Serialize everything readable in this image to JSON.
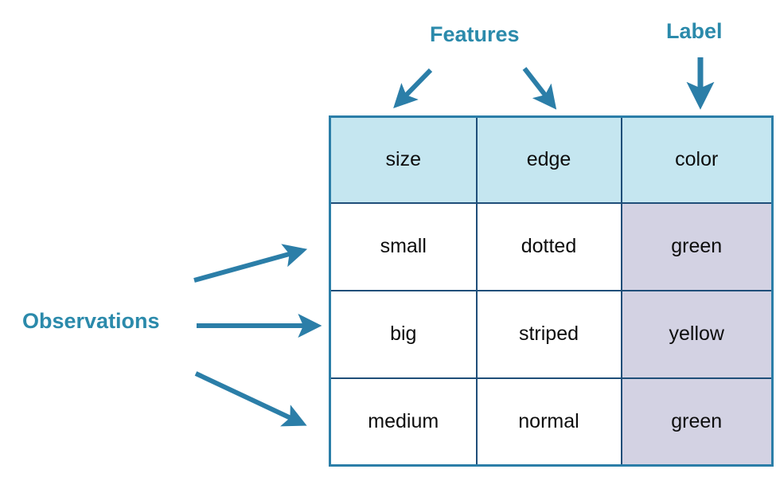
{
  "diagram": {
    "title_text": "",
    "colors": {
      "accent_teal": "#2b8aab",
      "arrow_teal": "#2b7ea8",
      "header_fill": "#c5e6f0",
      "label_column_fill": "#d3d2e3",
      "cell_border": "#1f4e79",
      "table_outer_border": "#2b7ea8",
      "text_color": "#0d0d0d",
      "background": "#ffffff"
    },
    "annotations": {
      "features": "Features",
      "label": "Label",
      "observations": "Observations"
    },
    "arrow_icons": {
      "features_left": "arrow-down-left-icon",
      "features_right": "arrow-down-right-icon",
      "label_down": "arrow-down-icon",
      "observation_1": "arrow-up-right-icon",
      "observation_2": "arrow-right-icon",
      "observation_3": "arrow-down-right-icon"
    }
  },
  "chart_data": {
    "type": "table",
    "title": "",
    "columns": [
      "size",
      "edge",
      "color"
    ],
    "feature_columns": [
      "size",
      "edge"
    ],
    "label_column": "color",
    "rows": [
      {
        "size": "small",
        "edge": "dotted",
        "color": "green"
      },
      {
        "size": "big",
        "edge": "striped",
        "color": "yellow"
      },
      {
        "size": "medium",
        "edge": "normal",
        "color": "green"
      }
    ],
    "row_count": 3,
    "column_count": 3,
    "annotations": [
      "Features",
      "Label",
      "Observations"
    ]
  }
}
